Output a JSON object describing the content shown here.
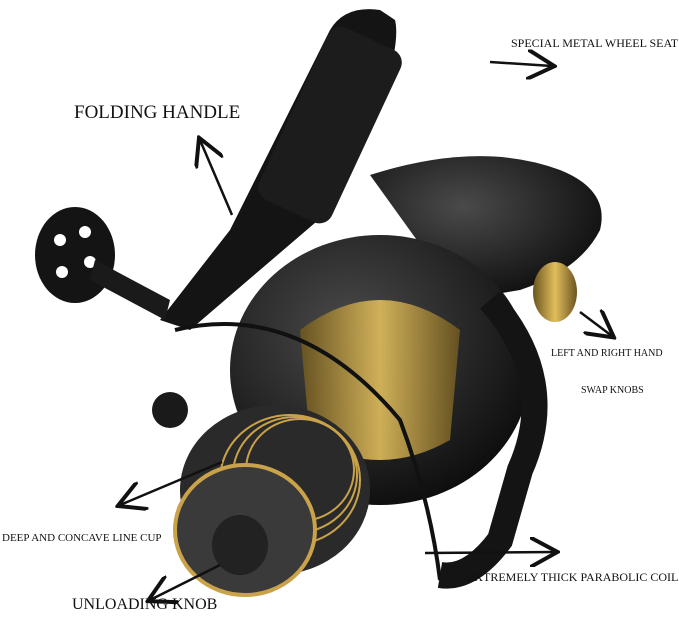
{
  "labels": {
    "folding_handle": "FOLDING HANDLE",
    "wheel_seat": "SPECIAL METAL WHEEL SEAT",
    "swap_knobs_line1": "LEFT AND RIGHT HAND",
    "swap_knobs_line2": "SWAP KNOBS",
    "line_cup": "DEEP AND CONCAVE LINE CUP",
    "unloading_knob": "UNLOADING KNOB",
    "parabolic_coil": "EXTREMELY THICK PARABOLIC COIL"
  },
  "colors": {
    "reel_body": "#151515",
    "gold_accent": "#b8923a",
    "arrow": "#111111"
  }
}
